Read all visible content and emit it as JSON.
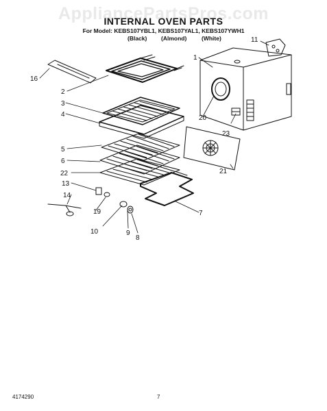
{
  "watermark": "AppliancePartsPros.com",
  "title": "INTERNAL OVEN PARTS",
  "model_line": "For Model: KEBS107YBL1, KEBS107YAL1, KEBS107YWH1",
  "colors": [
    "(Black)",
    "(Almond)",
    "(White)"
  ],
  "callouts": [
    "1",
    "2",
    "3",
    "4",
    "5",
    "6",
    "7",
    "8",
    "9",
    "10",
    "11",
    "13",
    "14",
    "16",
    "19",
    "20",
    "21",
    "22",
    "23"
  ],
  "footer": {
    "doc_number": "4174290",
    "page_number": "7"
  }
}
